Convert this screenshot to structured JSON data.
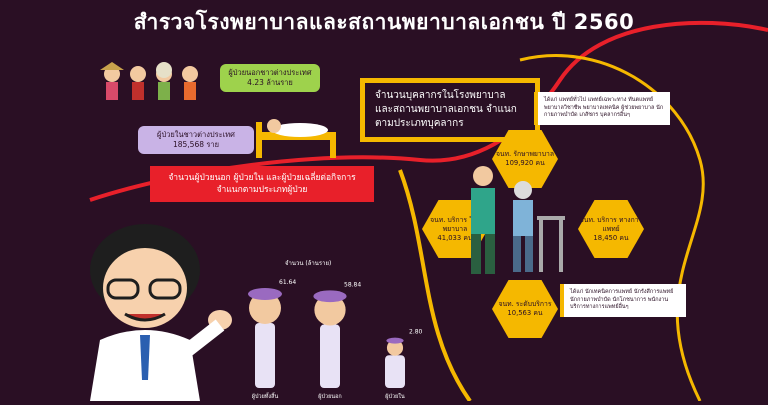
{
  "title": "สำรวจโรงพยาบาลและสถานพยาบาลเอกชน ปี 2560",
  "foreign_patients": {
    "label": "ผู้ป่วยนอกชาวต่างประเทศ",
    "value": "4.23 ล้านราย"
  },
  "inpatients_thai": {
    "label": "ผู้ป่วยในชาวต่างประเทศ",
    "value": "185,568 ราย"
  },
  "patients_banner": "จำนวนผู้ป่วยนอก ผู้ป่วยใน และผู้ป่วยเฉลี่ยต่อกิจการ จำแนกตามประเภทผู้ป่วย",
  "personnel_box": "จำนวนบุคลากรในโรงพยาบาล และสถานพยาบาลเอกชน จำแนกตามประเภทบุคลากร",
  "hexes": [
    {
      "label": "จนท. รักษาพยาบาล",
      "value": "109,920 คน"
    },
    {
      "label": "จนท. บริการ โรงพยาบาล",
      "value": "41,033 คน"
    },
    {
      "label": "จนท. บริการ ทางการแพทย์",
      "value": "18,450 คน"
    },
    {
      "label": "จนท. ระดับบริการ",
      "value": "10,563 คน"
    }
  ],
  "note1": "ได้แก่ แพทย์ทั่วไป แพทย์เฉพาะทาง ทันตแพทย์ พยาบาลวิชาชีพ พยาบาลเทคนิค ผู้ช่วยพยาบาล นักกายภาพบำบัด เภสัชกร บุคลากรอื่นๆ",
  "note2": "ได้แก่ นักเทคนิคการแพทย์ นักรังสีการแพทย์ นักกายภาพบำบัด นักโภชนาการ พนักงานบริการทางการแพทย์อื่นๆ",
  "chart_data": {
    "type": "bar",
    "ylabel": "จำนวน (ล้านราย)",
    "categories": [
      "ผู้ป่วยทั้งสิ้น",
      "ผู้ป่วยนอก",
      "ผู้ป่วยใน"
    ],
    "values": [
      61.64,
      58.84,
      2.8
    ],
    "value_labels": [
      "61.64",
      "58.84",
      "2.80"
    ]
  },
  "colors": {
    "bg": "#2a0f24",
    "red": "#e8202a",
    "yellow": "#f5b800",
    "green": "#9ed24c",
    "lilac": "#c9b3e6"
  }
}
